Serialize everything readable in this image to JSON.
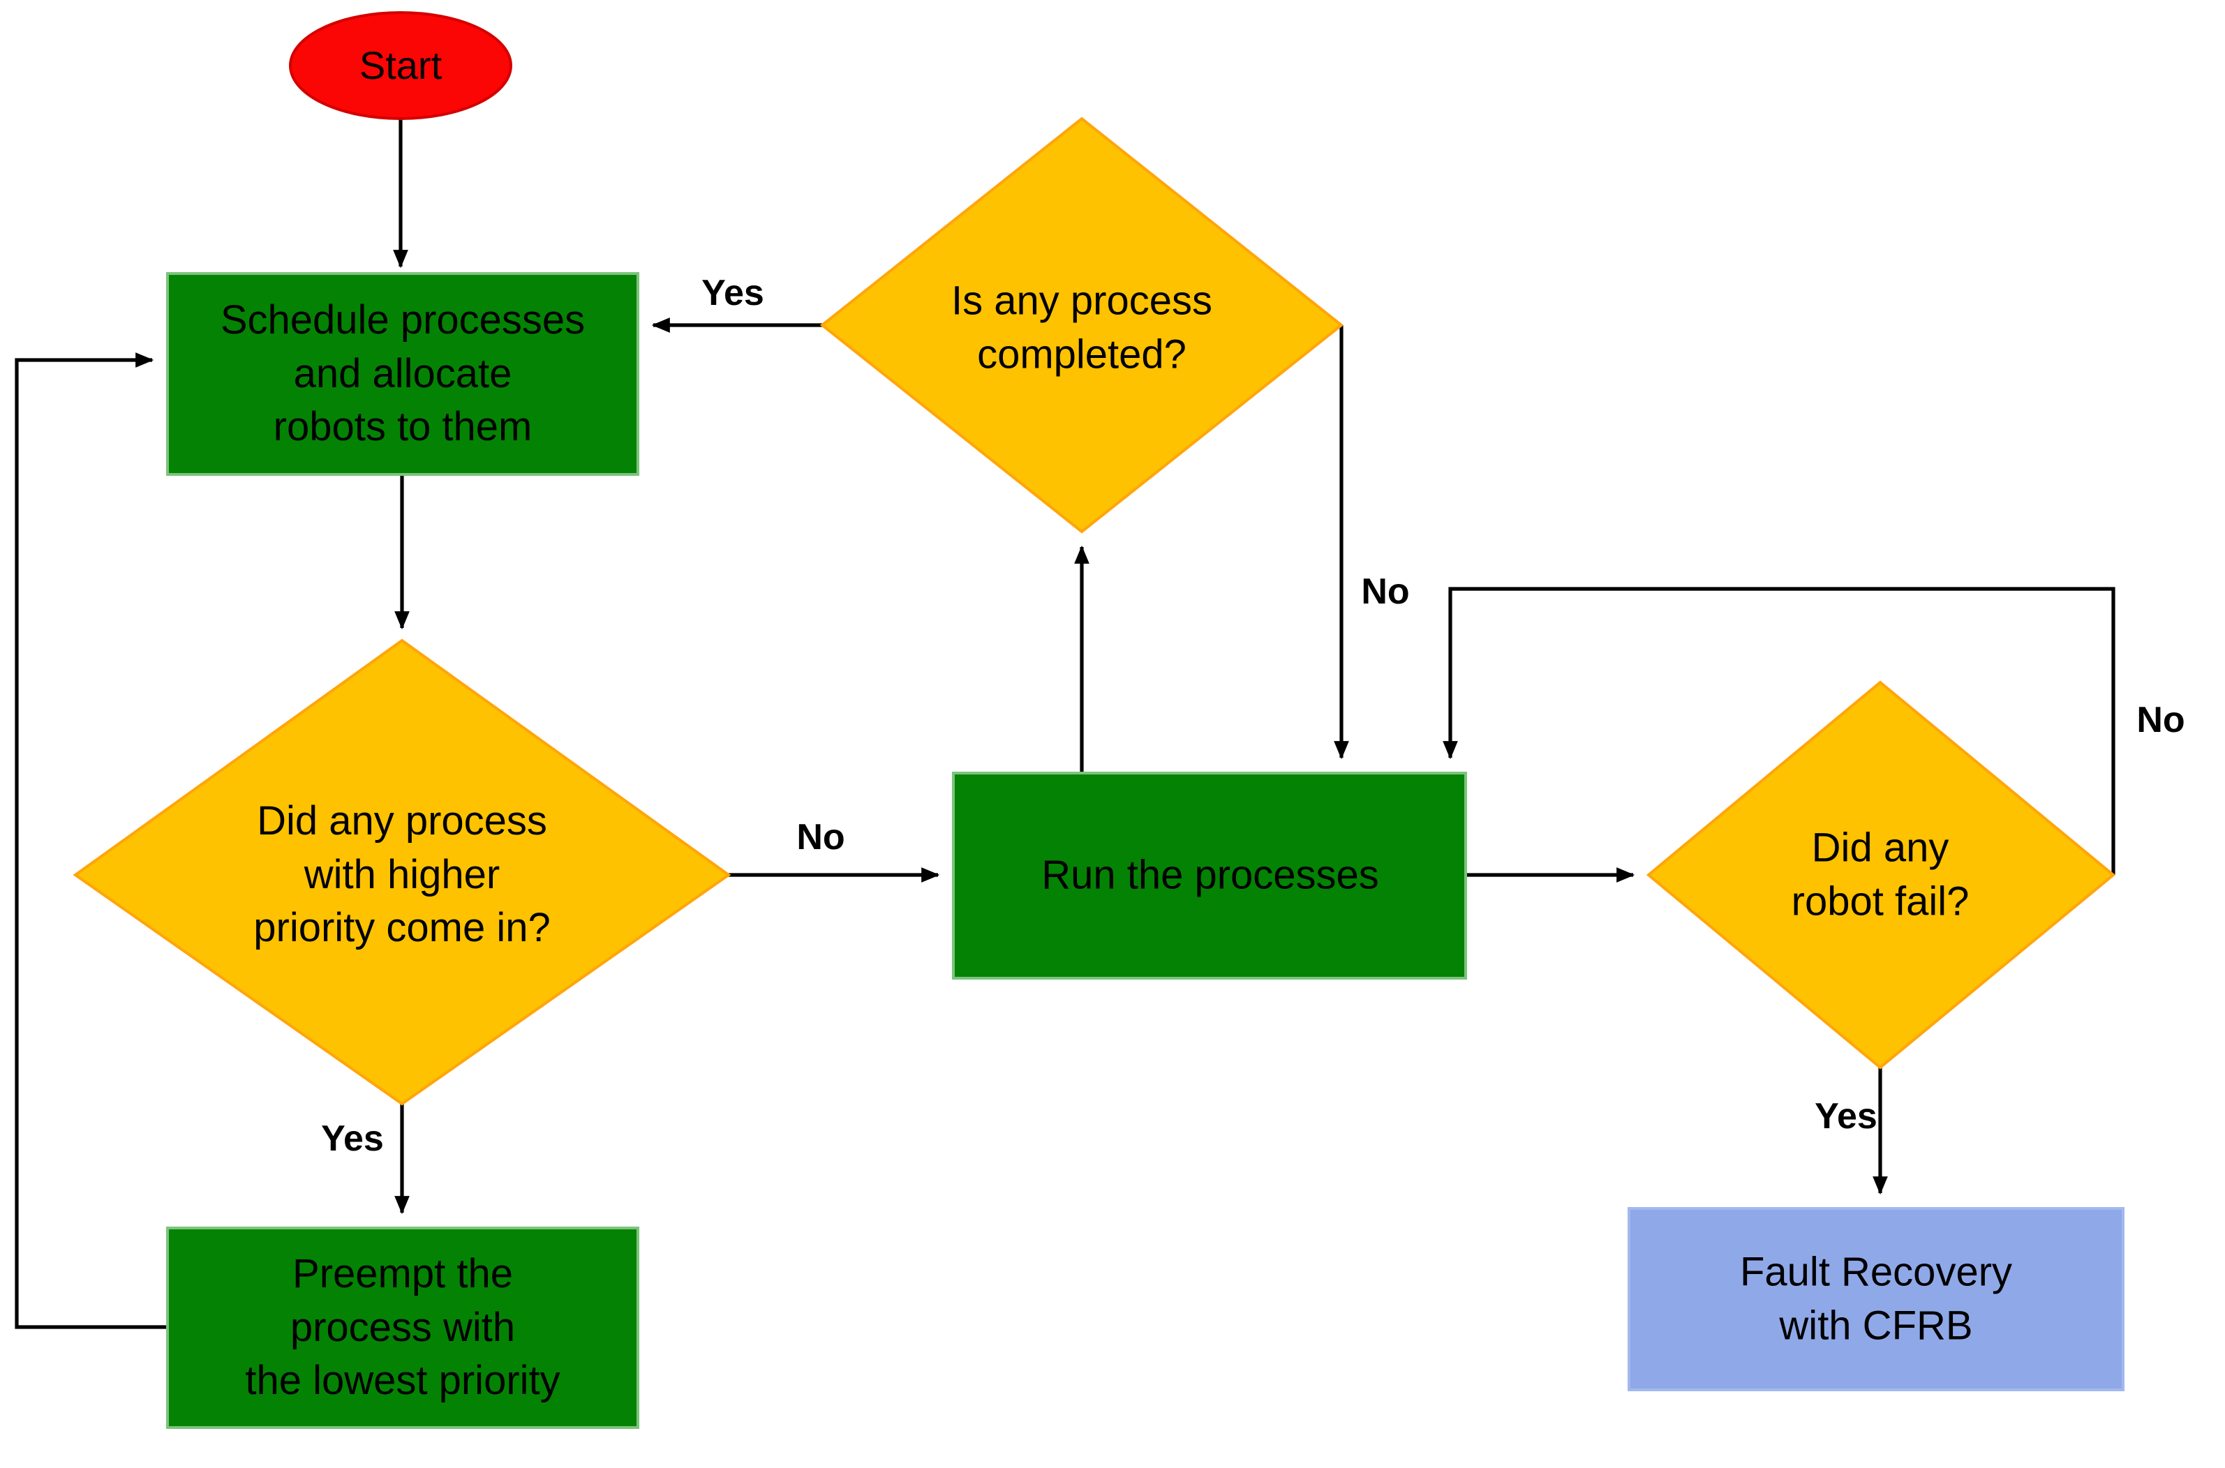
{
  "diagram": {
    "type": "flowchart",
    "nodes": {
      "start": {
        "label": "Start",
        "shape": "ellipse"
      },
      "schedule": {
        "label": "Schedule processes\nand allocate\nrobots to them",
        "shape": "process"
      },
      "complete": {
        "label": "Is any process\ncompleted?",
        "shape": "decision"
      },
      "priority": {
        "label": "Did any process\nwith higher\npriority come in?",
        "shape": "decision"
      },
      "run": {
        "label": "Run the processes",
        "shape": "process"
      },
      "fail": {
        "label": "Did any\nrobot fail?",
        "shape": "decision"
      },
      "preempt": {
        "label": "Preempt the\nprocess with\nthe lowest priority",
        "shape": "process"
      },
      "fault": {
        "label": "Fault Recovery\nwith CFRB",
        "shape": "process"
      }
    },
    "edge_labels": {
      "complete_yes": "Yes",
      "complete_no": "No",
      "priority_no": "No",
      "priority_yes": "Yes",
      "fail_no": "No",
      "fail_yes": "Yes"
    },
    "colors": {
      "start_fill": "#fb0505",
      "start_stroke": "#d40000",
      "process_fill": "#048204",
      "process_stroke": "#7cc47c",
      "decision_fill": "#fec200",
      "decision_stroke": "#ffa50a",
      "fault_fill": "#8fa8e8",
      "fault_stroke": "#a3b8ee",
      "line_color": "#000000",
      "text_color": "#000000"
    }
  }
}
